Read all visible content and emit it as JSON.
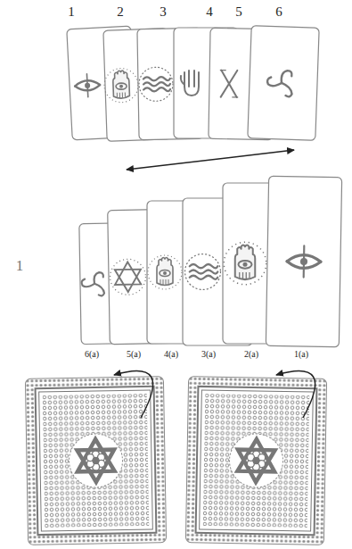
{
  "diagram": {
    "labels": [
      "1",
      "2",
      "3",
      "4",
      "5",
      "6",
      "1",
      "6(a)",
      "5(a)",
      "4(a)",
      "3(a)",
      "2(a)",
      "1(a)"
    ]
  }
}
